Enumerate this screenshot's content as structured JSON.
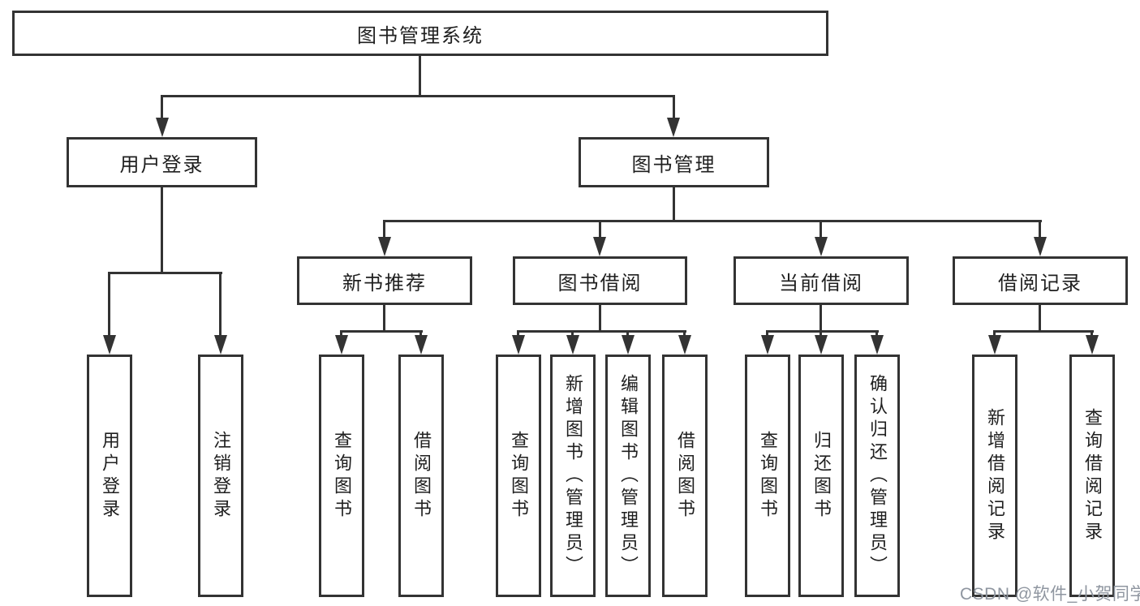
{
  "diagram": {
    "root": {
      "label": "图书管理系统"
    },
    "branches": [
      {
        "label": "用户登录",
        "children": [
          {
            "label": "用户登录"
          },
          {
            "label": "注销登录"
          }
        ]
      },
      {
        "label": "图书管理",
        "children": [
          {
            "label": "新书推荐",
            "children": [
              {
                "label": "查询图书"
              },
              {
                "label": "借阅图书"
              }
            ]
          },
          {
            "label": "图书借阅",
            "children": [
              {
                "label": "查询图书"
              },
              {
                "label": "新增图书（管理员）"
              },
              {
                "label": "编辑图书（管理员）"
              },
              {
                "label": "借阅图书"
              }
            ]
          },
          {
            "label": "当前借阅",
            "children": [
              {
                "label": "查询图书"
              },
              {
                "label": "归还图书"
              },
              {
                "label": "确认归还（管理员）"
              }
            ]
          },
          {
            "label": "借阅记录",
            "children": [
              {
                "label": "新增借阅记录"
              },
              {
                "label": "查询借阅记录"
              }
            ]
          }
        ]
      }
    ]
  },
  "watermark": {
    "text": "CSDN @软件_小贺同学"
  },
  "colors": {
    "line": "#333333",
    "text": "#1f1f1f",
    "watermark": "#8f96a0",
    "background": "#ffffff"
  }
}
